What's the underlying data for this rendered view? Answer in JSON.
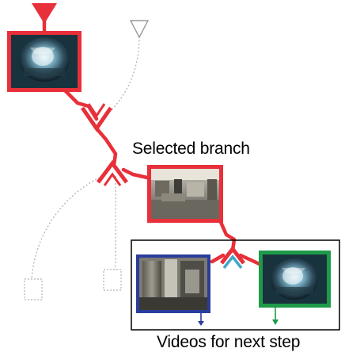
{
  "labels": {
    "selected_branch": "Selected branch",
    "videos_next_step": "Videos for next step"
  },
  "colors": {
    "selected_path": "#e8303a",
    "inactive_path": "#b4b4b4",
    "next_blue": "#2a3d9c",
    "next_green": "#1f9a49",
    "cyan_accent": "#3fa8c8",
    "box_border": "#000000"
  },
  "icons": {
    "selected_node": "filled-triangle-down",
    "inactive_node": "outline-triangle-down",
    "merge_node": "chevron-down",
    "split_node": "chevron-up",
    "placeholder": "dashed-square"
  }
}
